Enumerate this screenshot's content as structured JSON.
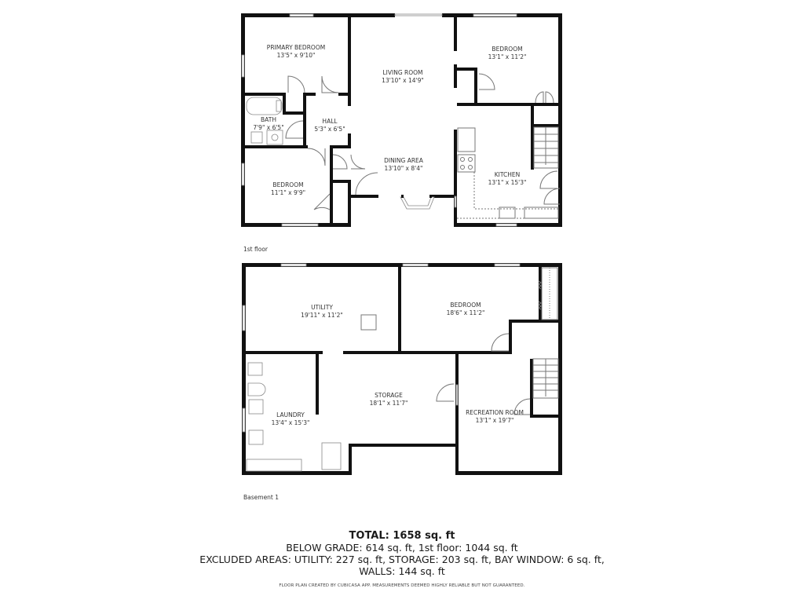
{
  "floors": [
    {
      "id": "first_floor",
      "label": "1st floor",
      "rooms": [
        {
          "name": "PRIMARY BEDROOM",
          "dims": "13'5\" x 9'10\""
        },
        {
          "name": "LIVING ROOM",
          "dims": "13'10\" x 14'9\""
        },
        {
          "name": "BEDROOM",
          "dims": "13'1\" x 11'2\""
        },
        {
          "name": "BATH",
          "dims": "7'9\" x 6'5\""
        },
        {
          "name": "HALL",
          "dims": "5'3\" x 6'5\""
        },
        {
          "name": "DINING AREA",
          "dims": "13'10\" x 8'4\""
        },
        {
          "name": "KITCHEN",
          "dims": "13'1\" x 15'3\""
        },
        {
          "name": "BEDROOM",
          "dims": "11'1\" x 9'9\""
        }
      ]
    },
    {
      "id": "basement",
      "label": "Basement 1",
      "rooms": [
        {
          "name": "UTILITY",
          "dims": "19'11\" x 11'2\""
        },
        {
          "name": "BEDROOM",
          "dims": "18'6\" x 11'2\""
        },
        {
          "name": "STORAGE",
          "dims": "18'1\" x 11'7\""
        },
        {
          "name": "LAUNDRY",
          "dims": "13'4\" x 15'3\""
        },
        {
          "name": "RECREATION ROOM",
          "dims": "13'1\" x 19'7\""
        }
      ]
    }
  ],
  "summary": {
    "total": "TOTAL: 1658 sq. ft",
    "line1": "BELOW GRADE: 614 sq. ft, 1st floor: 1044 sq. ft",
    "line2": "EXCLUDED AREAS: UTILITY: 227 sq. ft, STORAGE: 203 sq. ft, BAY WINDOW: 6 sq. ft,",
    "line3": "WALLS: 144 sq. ft",
    "disclaimer": "FLOOR PLAN CREATED BY CUBICASA APP. MEASUREMENTS DEEMED HIGHLY RELIABLE BUT NOT GUARANTEED."
  }
}
